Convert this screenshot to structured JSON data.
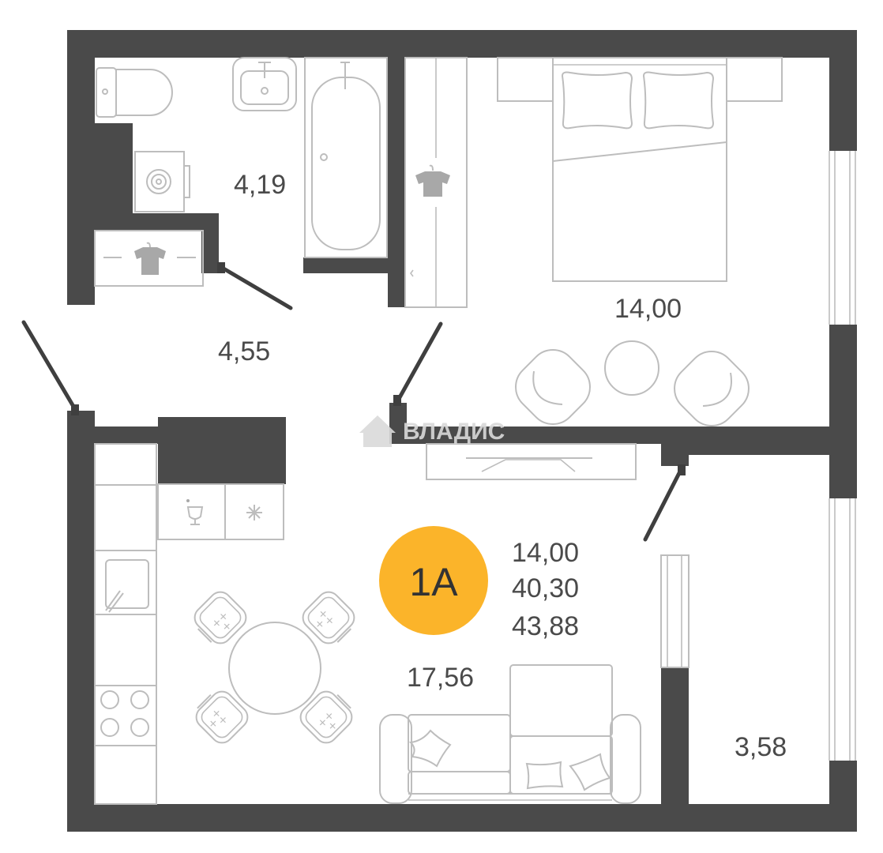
{
  "apartment": {
    "type_badge": "1A",
    "totals": [
      "14,00",
      "40,30",
      "43,88"
    ]
  },
  "rooms": {
    "bathroom_area": "4,19",
    "hall_area": "4,55",
    "bedroom_area": "14,00",
    "kitchen_living_area": "17,56",
    "balcony_area": "3,58"
  },
  "watermark": "ВЛАДИС",
  "colors": {
    "wall": "#4a4a4a",
    "badge": "#fbb42a",
    "furniture": "#bdbdbd"
  }
}
